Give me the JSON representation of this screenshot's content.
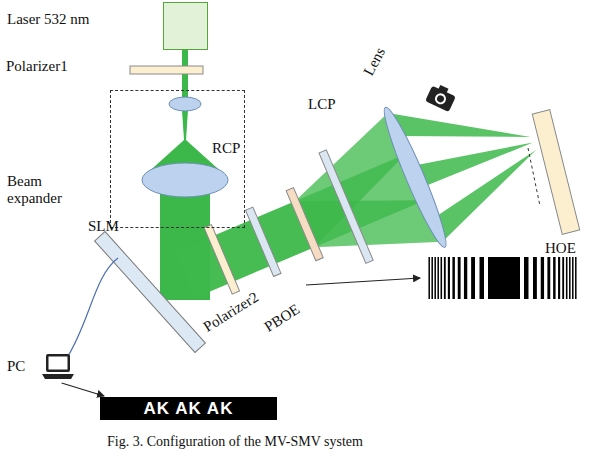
{
  "diagram": {
    "caption": "Fig. 3. Configuration of the MV-SMV system",
    "nodes": [
      {
        "text": [
          "Laser 532 nm"
        ]
      },
      {
        "text": [
          "Beam expander"
        ]
      },
      {
        "text": [
          "PC"
        ]
      },
      {
        "text": [
          "AK AK AK"
        ]
      }
    ],
    "edges": [
      {
        "from": 2,
        "to": 3,
        "arrow": "to"
      }
    ],
    "labels": [
      "Polarizer1",
      "SLM",
      "RCP",
      "LCP",
      "Lens",
      "HOE",
      "Polarizer2",
      "PBOE"
    ]
  }
}
